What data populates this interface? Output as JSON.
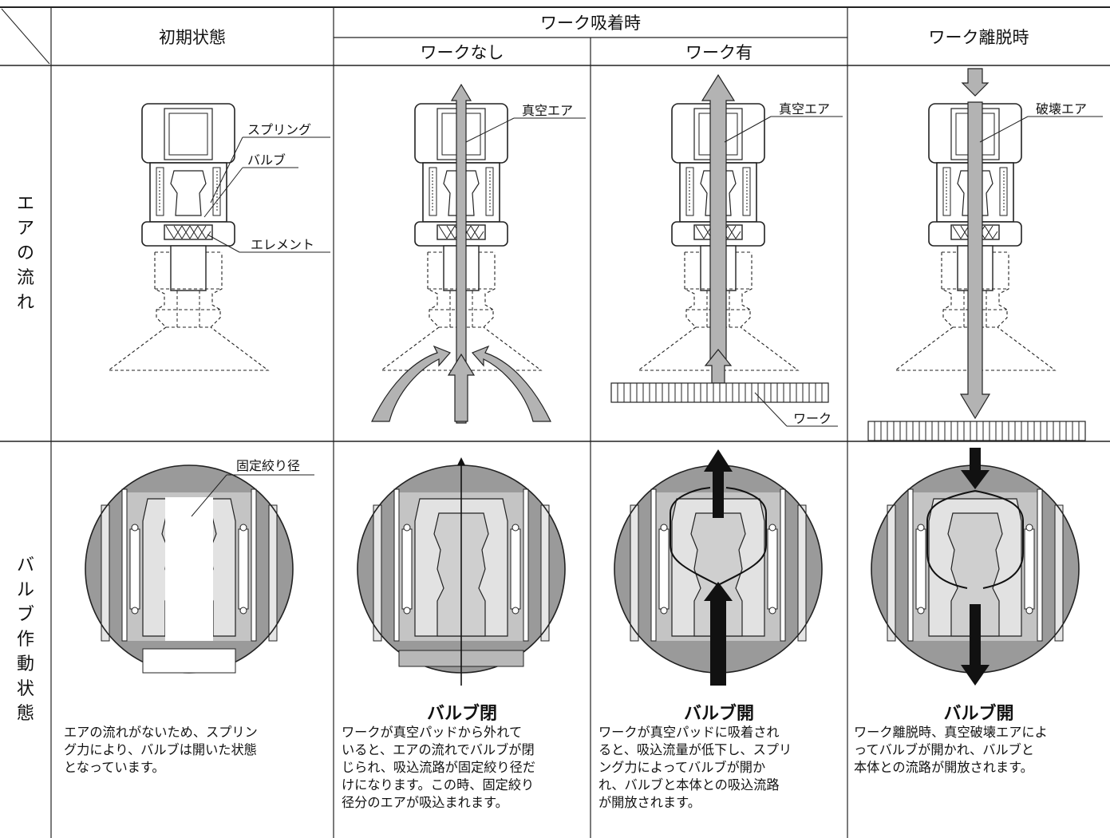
{
  "header": {
    "col1": "初期状態",
    "group": "ワーク吸着時",
    "col2": "ワークなし",
    "col3": "ワーク有",
    "col4": "ワーク離脱時"
  },
  "rows": {
    "air_flow": [
      "エ",
      "ア",
      "の",
      "流",
      "れ"
    ],
    "valve_state": [
      "バ",
      "ル",
      "ブ",
      "作",
      "動",
      "状",
      "態"
    ]
  },
  "labels": {
    "spring": "スプリング",
    "valve": "バルブ",
    "element": "エレメント",
    "vacuum_air_1": "真空エア",
    "vacuum_air_2": "真空エア",
    "break_air": "破壊エア",
    "work": "ワーク",
    "fixed_orifice": "固定絞り径"
  },
  "states": {
    "col2": "バルブ閉",
    "col3": "バルブ開",
    "col4": "バルブ開"
  },
  "descriptions": {
    "col1": [
      "エアの流れがないため、スプリン",
      "グ力により、バルブは開いた状態",
      "となっています。"
    ],
    "col2": [
      "ワークが真空パッドから外れて",
      "いると、エアの流れでバルブが閉",
      "じられ、吸込流路が固定絞り径だ",
      "けになります。この時、固定絞り",
      "径分のエアが吸込まれます。"
    ],
    "col3": [
      "ワークが真空パッドに吸着され",
      "ると、吸込流量が低下し、スプリ",
      "ング力によってバルブが開か",
      "れ、バルブと本体との吸込流路",
      "が開放されます。"
    ],
    "col4": [
      "ワーク離脱時、真空破壊エアによ",
      "ってバルブが開かれ、バルブと",
      "本体との流路が開放されます。"
    ]
  },
  "colors": {
    "line": "#222222",
    "arrow_fill": "#b3b3b3",
    "dark": "#9a9a9a",
    "mid": "#c4c4c4",
    "light": "#e6e6e6",
    "black": "#111111"
  }
}
